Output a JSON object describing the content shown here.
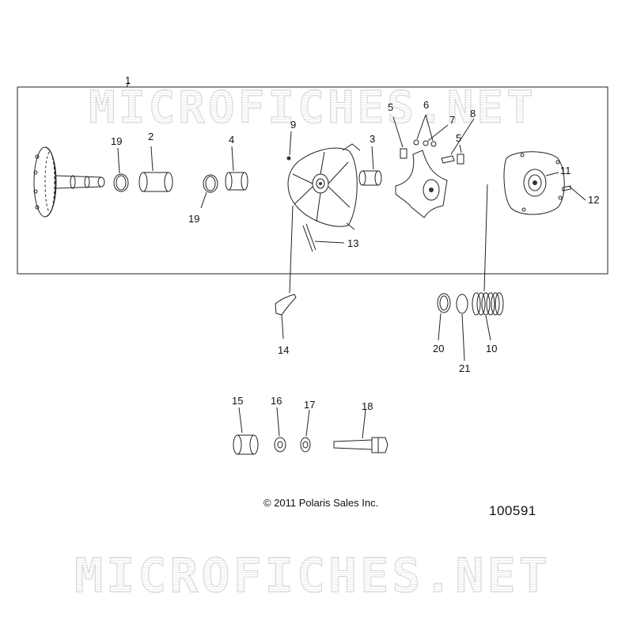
{
  "watermark": {
    "text": "MICROFICHES.NET"
  },
  "copyright": "© 2011 Polaris Sales Inc.",
  "reference_number": "100591",
  "callouts": {
    "c1": "1",
    "c2": "2",
    "c3": "3",
    "c4": "4",
    "c5a": "5",
    "c5b": "5",
    "c6": "6",
    "c7": "7",
    "c8": "8",
    "c9": "9",
    "c10": "10",
    "c11": "11",
    "c12": "12",
    "c13": "13",
    "c14": "14",
    "c15": "15",
    "c16": "16",
    "c17": "17",
    "c18": "18",
    "c19a": "19",
    "c19b": "19",
    "c20": "20",
    "c21": "21"
  }
}
